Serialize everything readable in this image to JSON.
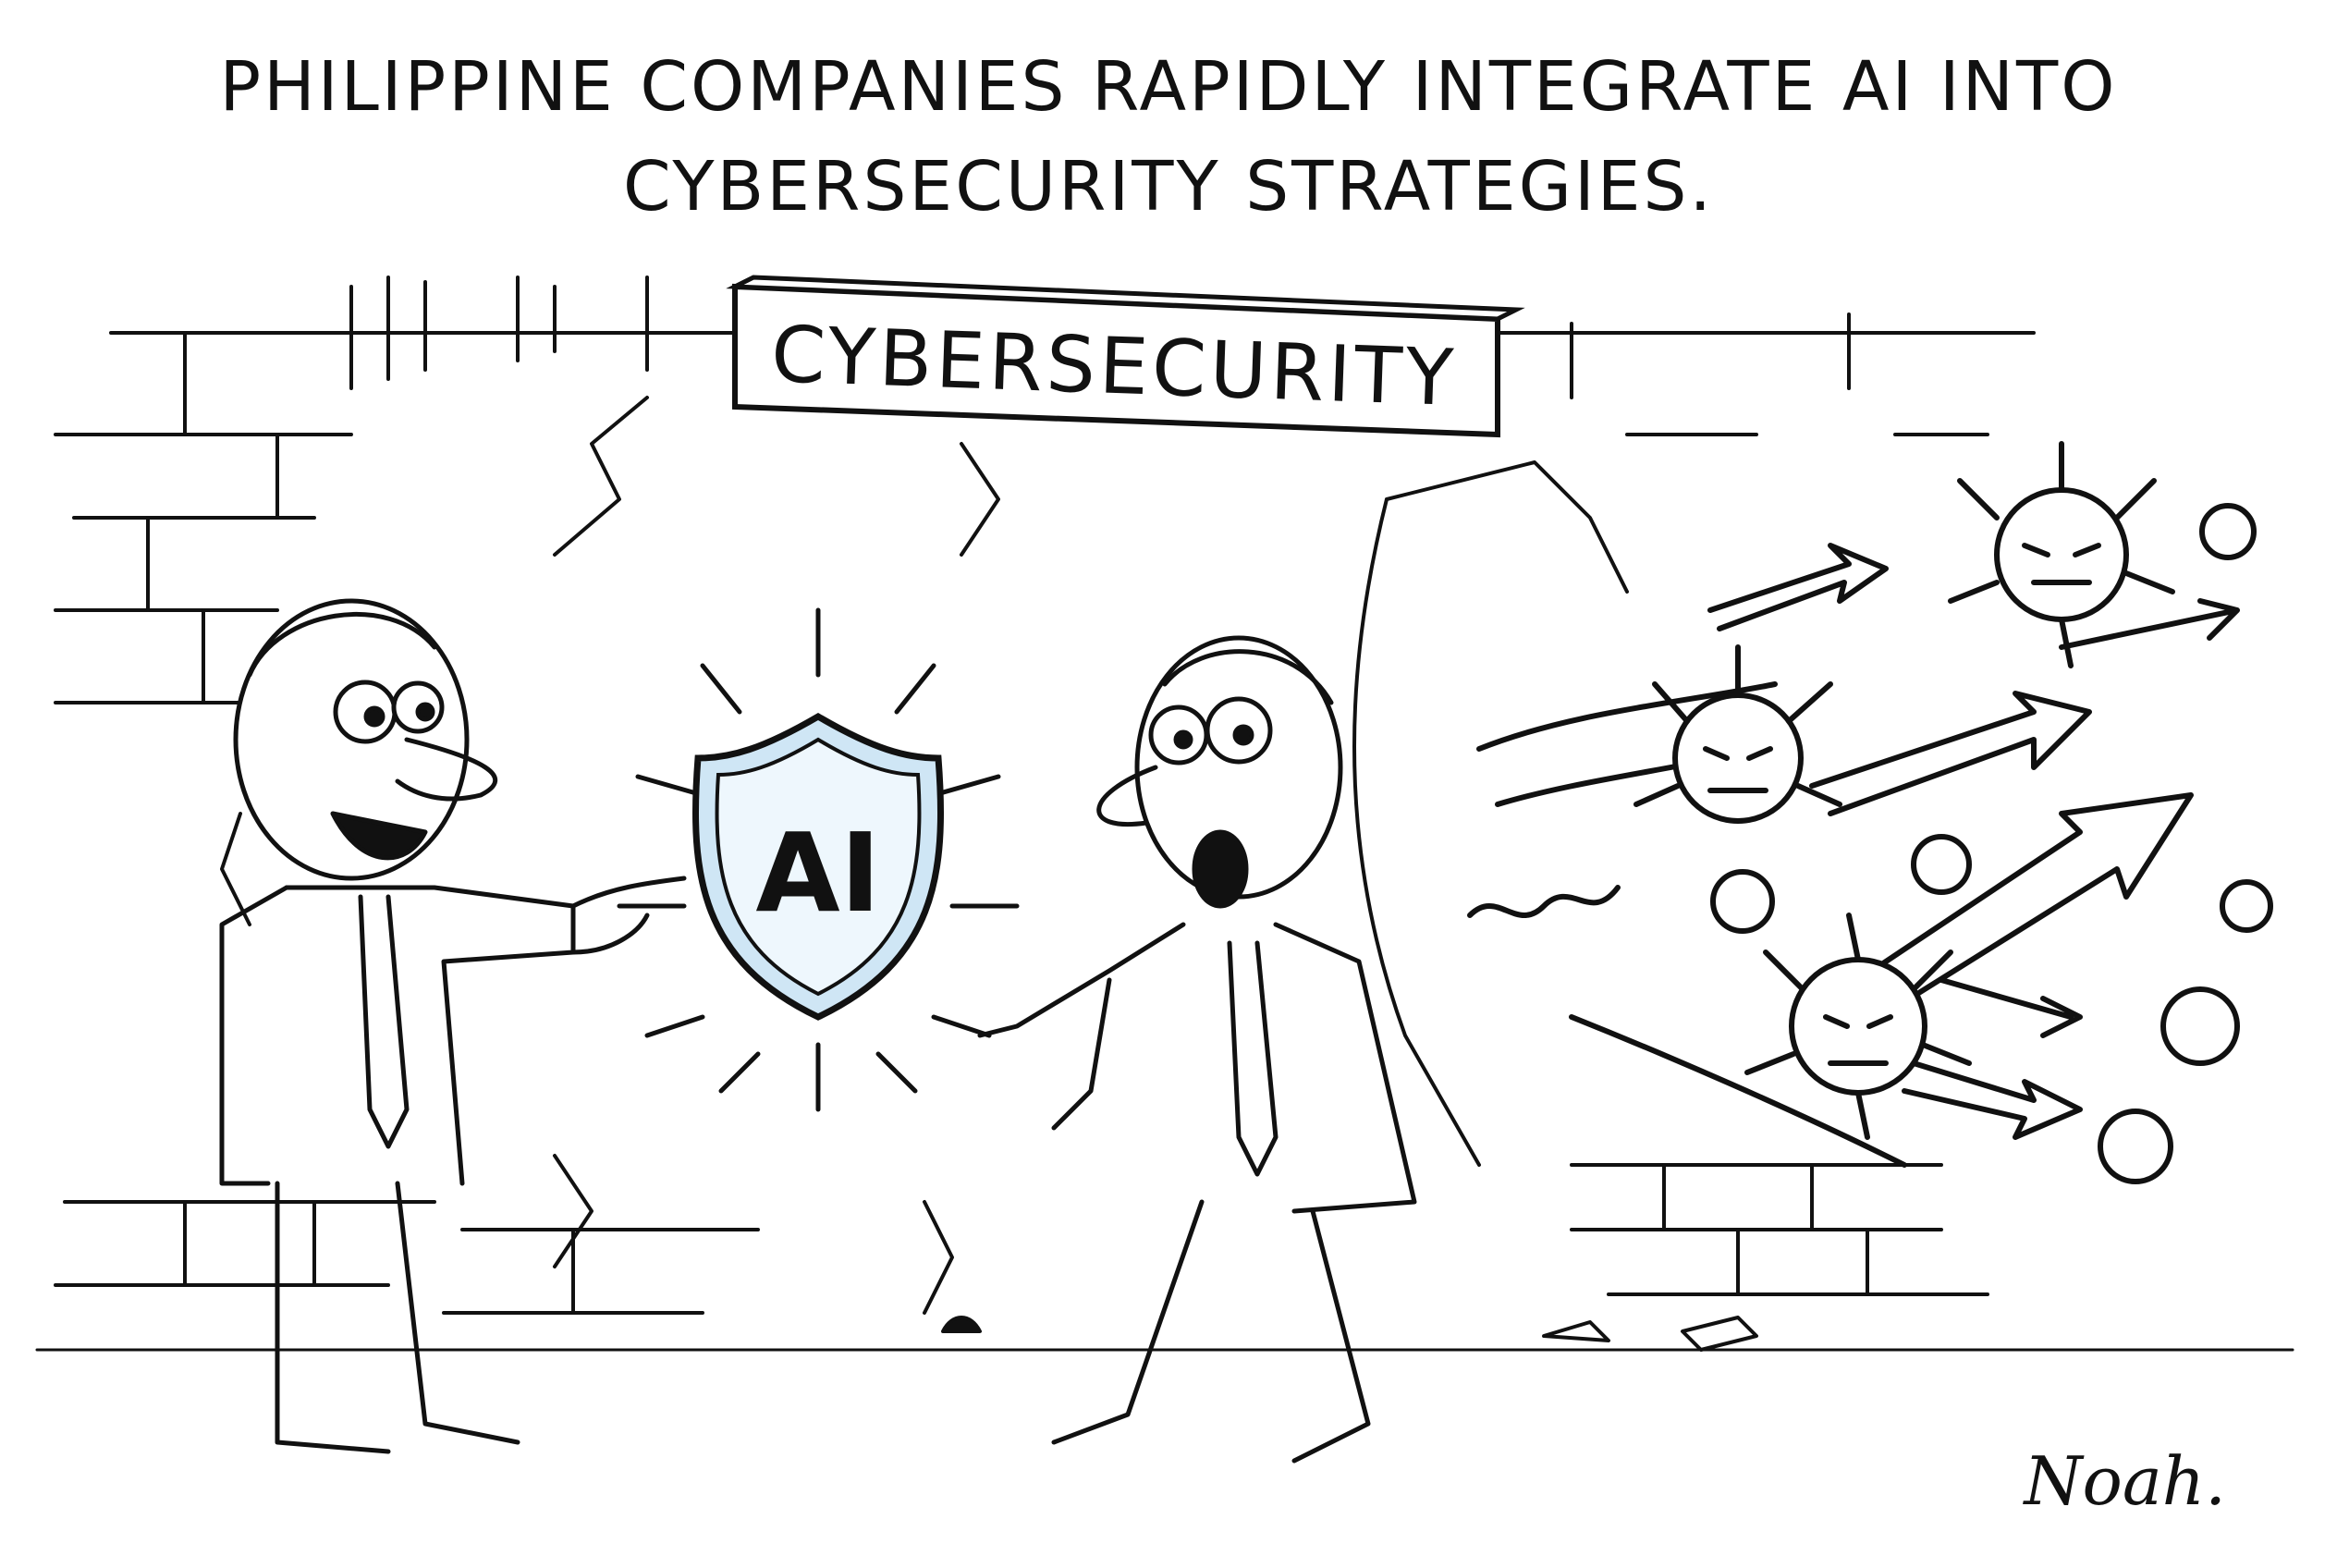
{
  "caption": {
    "line1": "PHILIPPINE COMPANIES RAPIDLY INTEGRATE AI INTO",
    "line2": "CYBERSECURITY STRATEGIES."
  },
  "sign": {
    "label": "CYBERSECURITY"
  },
  "shield": {
    "label": "AI",
    "glow_color": "#cfe6f5"
  },
  "signature": {
    "text": "Noah."
  },
  "colors": {
    "ink": "#111111",
    "paper": "#ffffff",
    "shield_fill": "#eef7fd"
  }
}
